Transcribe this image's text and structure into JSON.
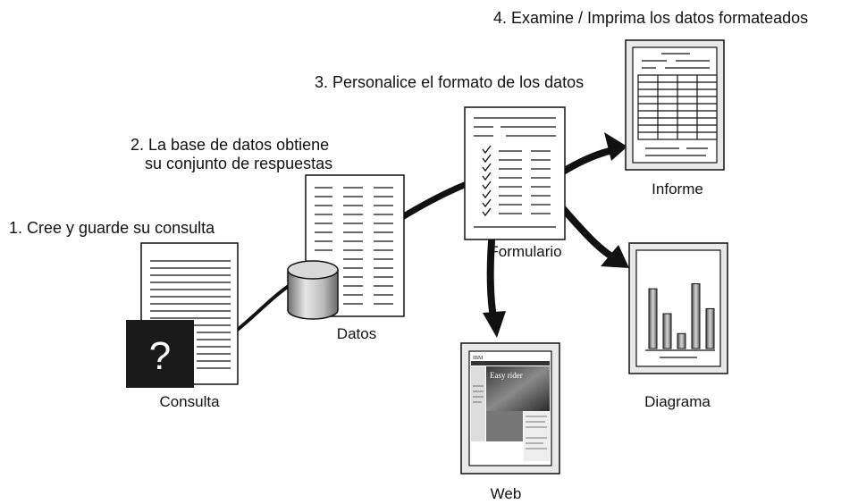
{
  "steps": {
    "s1": "1. Cree y guarde su consulta",
    "s2_line1": "2. La base de datos obtiene",
    "s2_line2": "su conjunto de respuestas",
    "s3": "3. Personalice el formato de los datos",
    "s4": "4. Examine / Imprima los datos formateados"
  },
  "labels": {
    "consulta": "Consulta",
    "datos": "Datos",
    "formulario": "Formulario",
    "informe": "Informe",
    "diagrama": "Diagrama",
    "web": "Web"
  },
  "glyphs": {
    "question": "?",
    "web_banner": "Easy rider",
    "web_logo": "IBM"
  },
  "chart_data": {
    "type": "bar",
    "values": [
      6,
      3.5,
      1.5,
      6.5,
      4
    ]
  },
  "colors": {
    "ink": "#111111",
    "question_box": "#1a1a1a",
    "frame_fill": "#e9e9e9"
  }
}
